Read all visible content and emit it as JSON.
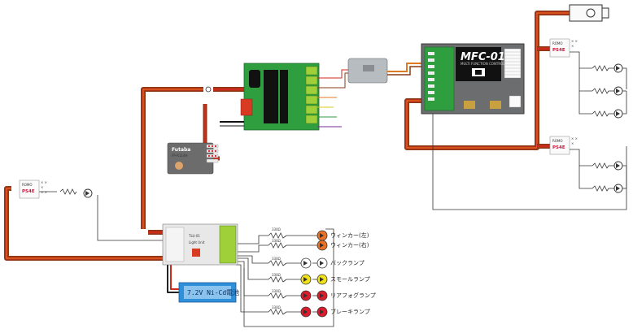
{
  "controller": {
    "title": "MFC-01",
    "subtitle": "MULTI FUNCTION CONTROL UNIT"
  },
  "receiver": {
    "brand": "Futaba",
    "model": "FP-R114H"
  },
  "battery": {
    "label": "7.2V Ni-Cd電池"
  },
  "light_unit": {
    "labels": [
      "TLU-01",
      "Light Unit"
    ]
  },
  "ps_boards": [
    {
      "brand": "ROMO",
      "code": "PS4E"
    },
    {
      "brand": "ROMO",
      "code": "PS4E"
    },
    {
      "brand": "ROMO",
      "code": "PS4E"
    }
  ],
  "lamps": [
    {
      "label": "ウィンカー(左)",
      "color": "#e8722a"
    },
    {
      "label": "ウィンカー(右)",
      "color": "#e8722a"
    },
    {
      "label": "バックランプ",
      "color": "#ffffff"
    },
    {
      "label": "スモールランプ",
      "color": "#f2e21c"
    },
    {
      "label": "リアフォグランプ",
      "color": "#d81e2c"
    },
    {
      "label": "ブレーキランプ",
      "color": "#d81e2c"
    }
  ],
  "resistor_labels": [
    "330Ω",
    "330Ω",
    "330Ω",
    "330Ω",
    "330Ω",
    "330Ω"
  ],
  "colors": {
    "wire_red": "#cc2a1a",
    "wire_brown": "#8a3a16",
    "wire_orange": "#e07a20",
    "pcb_green": "#2e9e3e",
    "controller_gray": "#6b6d6e",
    "battery_blue": "#2f8fd8"
  }
}
